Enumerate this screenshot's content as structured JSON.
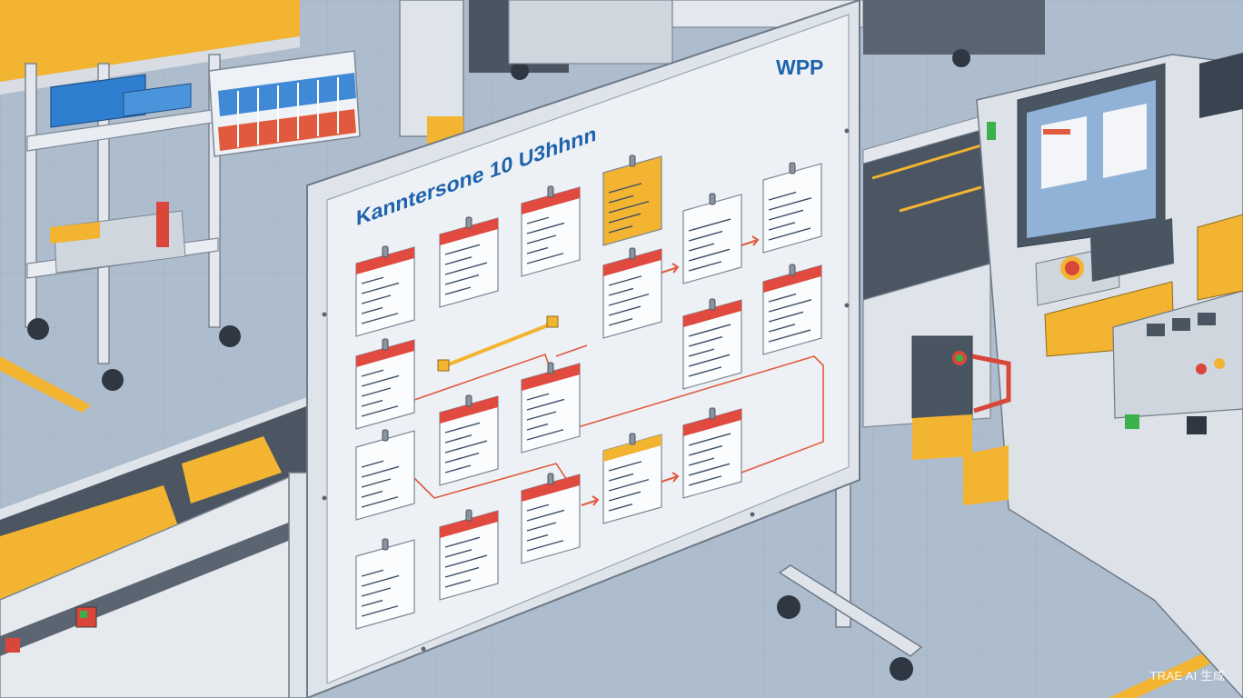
{
  "board": {
    "title": "Kanntersone 10 U3hhnn",
    "brand": "WPP"
  },
  "watermark": "TRAE AI 生成"
}
